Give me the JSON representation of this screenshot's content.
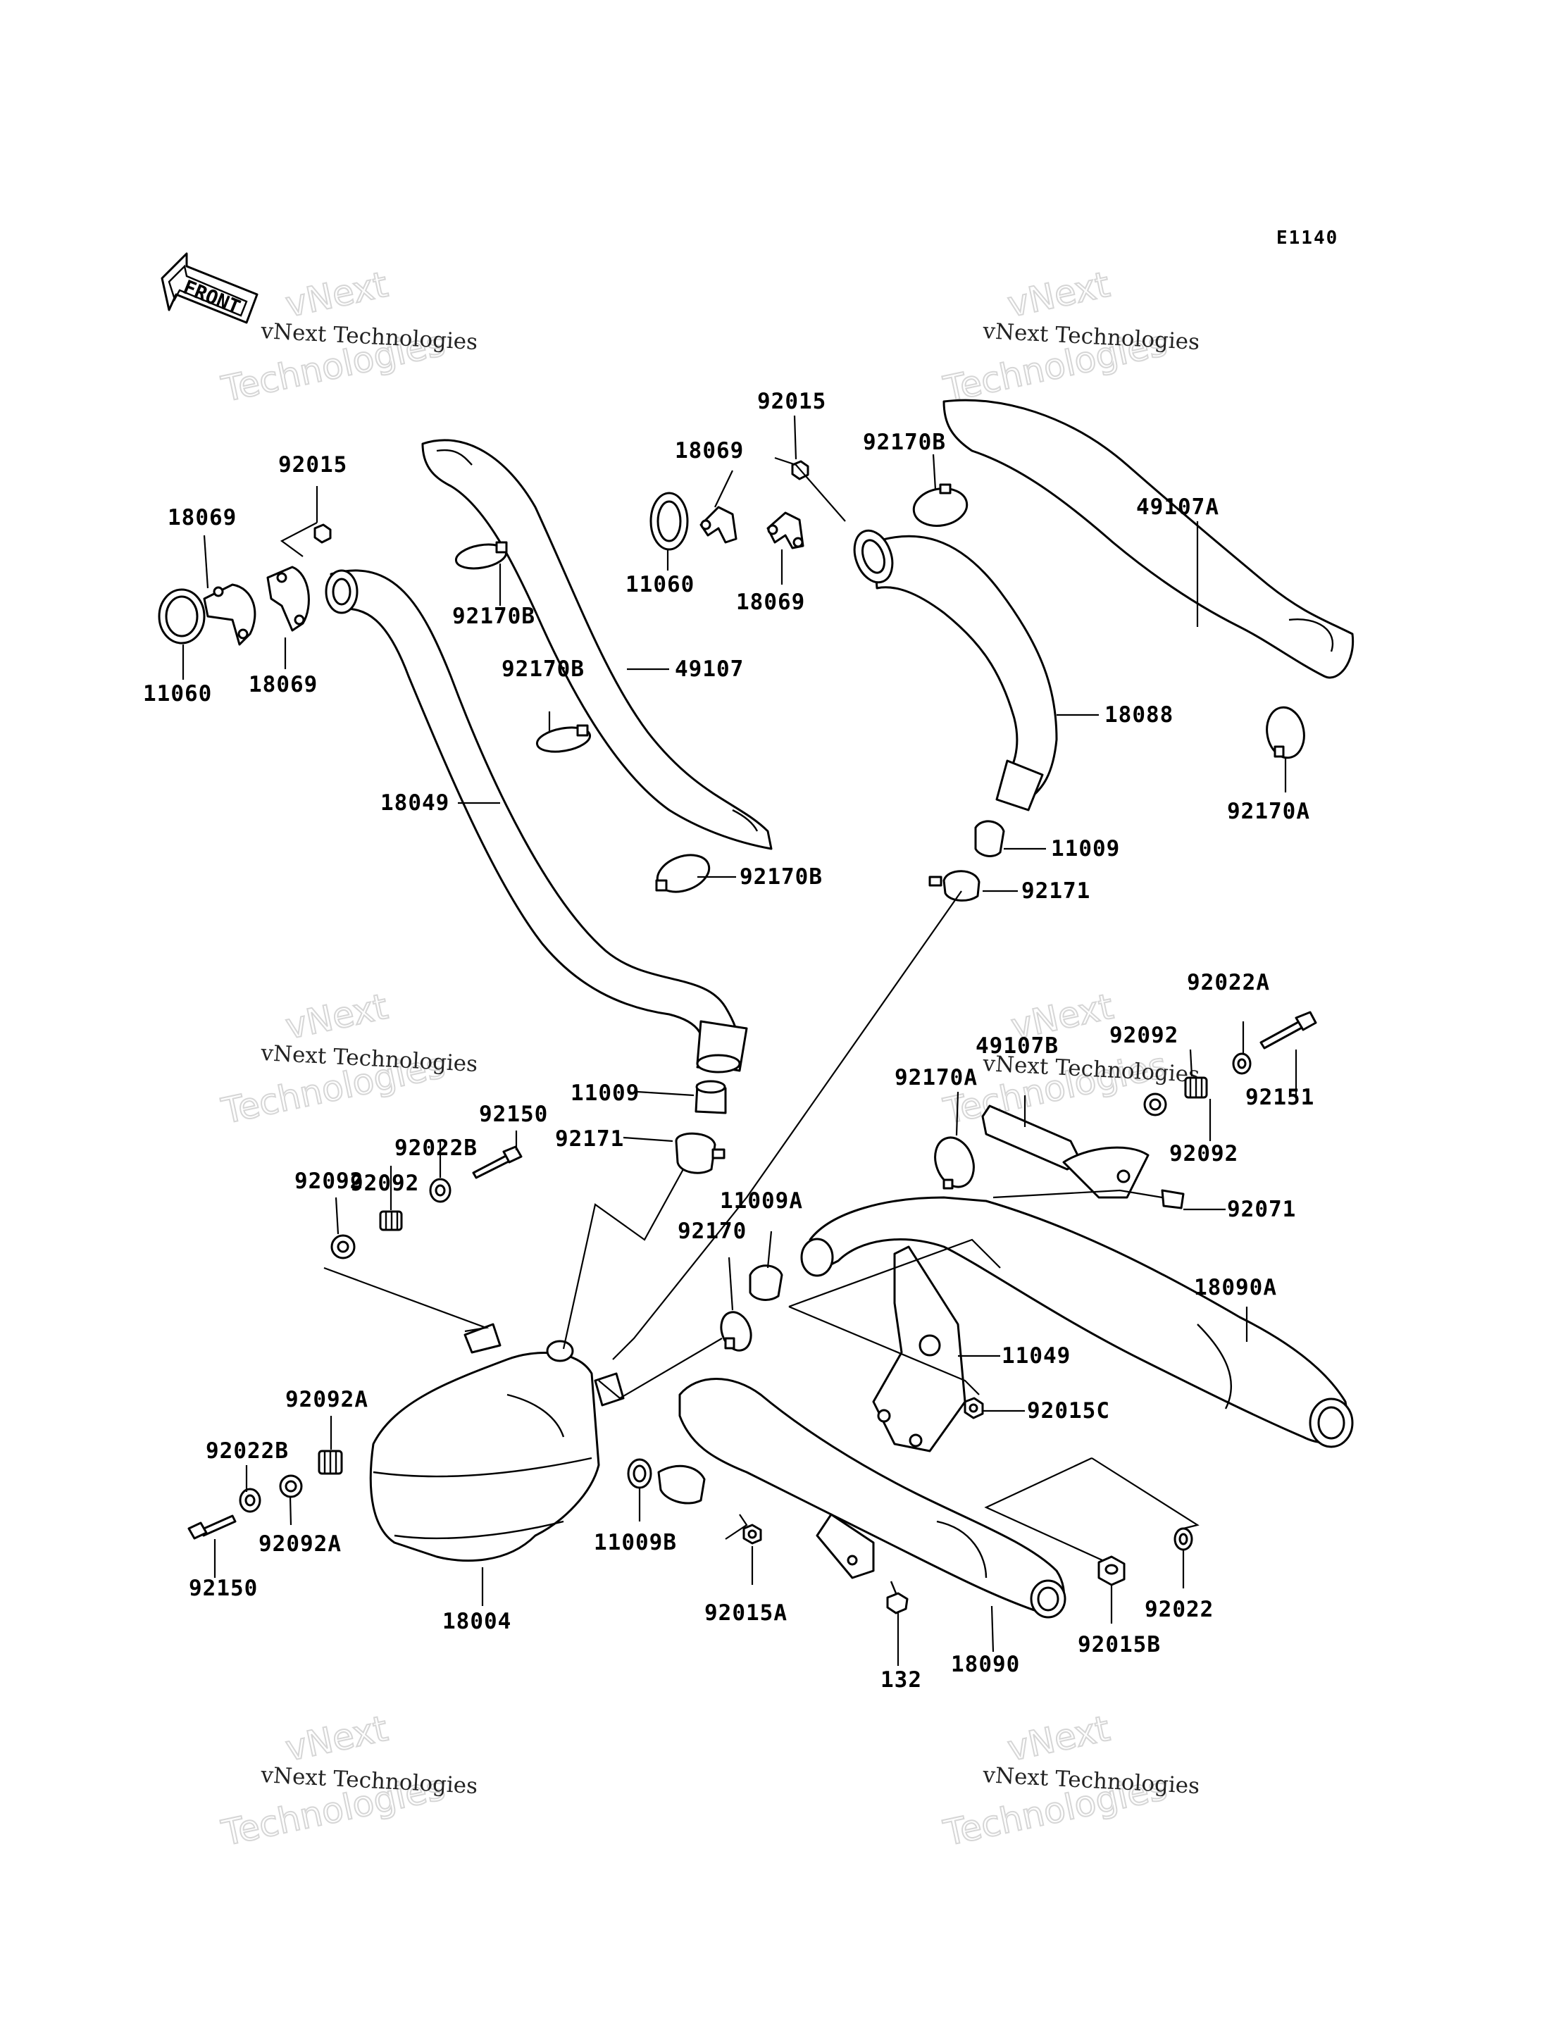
{
  "diagram": {
    "code": "E1140",
    "front_label": "FRONT",
    "watermark": {
      "line1": "vNext Technologies",
      "line2": "vNext",
      "line3": "Technologies"
    },
    "parts": {
      "p92015_left": "92015",
      "p18069_left_top": "18069",
      "p11060_left": "11060",
      "p18069_left_bottom": "18069",
      "p92170B_a": "92170B",
      "p92170B_b": "92170B",
      "p49107": "49107",
      "p18049": "18049",
      "p92170B_c": "92170B",
      "p11009_left": "11009",
      "p92171_left": "92171",
      "p92150_top": "92150",
      "p92022B_top": "92022B",
      "p92092_top_a": "92092",
      "p92092_top_b": "92092",
      "p92015_mid": "92015",
      "p18069_mid_top": "18069",
      "p11060_mid": "11060",
      "p18069_mid_bottom": "18069",
      "p92170B_right": "92170B",
      "p49107A": "49107A",
      "p18088": "18088",
      "p92170A_right": "92170A",
      "p11009_right": "11009",
      "p92171_right": "92171",
      "p92022A": "92022A",
      "p92092_right_top": "92092",
      "p49107B": "49107B",
      "p92170A_mid": "92170A",
      "p92151": "92151",
      "p92092_right": "92092",
      "p92071": "92071",
      "p11009A": "11009A",
      "p92170": "92170",
      "p18090A": "18090A",
      "p11049": "11049",
      "p92092A_top": "92092A",
      "p92022B_left": "92022B",
      "p92092A_bottom": "92092A",
      "p92150_bottom": "92150",
      "p92015C": "92015C",
      "p11009B": "11009B",
      "p18004": "18004",
      "p92015A": "92015A",
      "p92022": "92022",
      "p92015B": "92015B",
      "p132": "132",
      "p18090": "18090"
    }
  }
}
